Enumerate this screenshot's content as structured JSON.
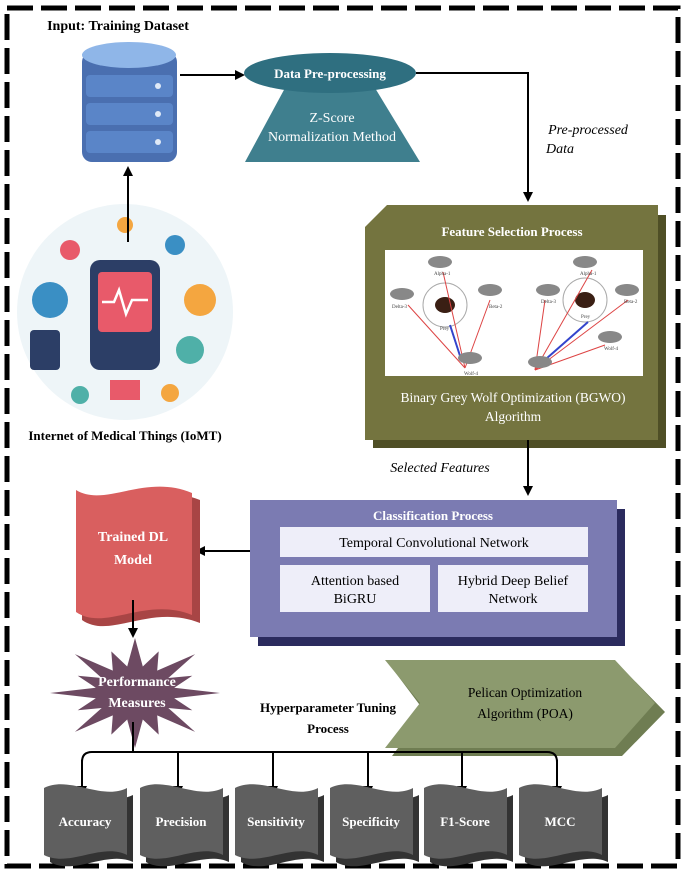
{
  "input": {
    "label": "Input: Training Dataset"
  },
  "iomt": {
    "label": "Internet of Medical Things (IoMT)"
  },
  "preprocessing": {
    "title": "Data Pre-processing",
    "method_line1": "Z-Score",
    "method_line2": "Normalization Method",
    "output_label_line1": "Pre-processed",
    "output_label_line2": "Data"
  },
  "feature_selection": {
    "title": "Feature Selection Process",
    "algorithm_line1": "Binary Grey Wolf Optimization (BGWO)",
    "algorithm_line2": "Algorithm",
    "figure_labels": {
      "alpha": "Alpha-1",
      "beta": "Beta-2",
      "delta": "Delta-3",
      "wolf": "Wolf-4",
      "prey": "Prey"
    },
    "output_label": "Selected Features"
  },
  "classification": {
    "title": "Classification Process",
    "tcn": "Temporal Convolutional Network",
    "bigru_line1": "Attention based",
    "bigru_line2": "BiGRU",
    "dbn_line1": "Hybrid Deep Belief",
    "dbn_line2": "Network"
  },
  "tuning": {
    "label_line1": "Hyperparameter Tuning",
    "label_line2": "Process",
    "algo_line1": "Pelican Optimization",
    "algo_line2": "Algorithm (POA)"
  },
  "trained_model": {
    "line1": "Trained DL",
    "line2": "Model"
  },
  "performance": {
    "line1": "Performance",
    "line2": "Measures"
  },
  "metrics": [
    "Accuracy",
    "Precision",
    "Sensitivity",
    "Specificity",
    "F1-Score",
    "MCC"
  ],
  "colors": {
    "preprocess": "#3f7f8e",
    "feature": "#74743f",
    "classification": "#7b7bb2",
    "trained_model": "#d95f5f",
    "performance": "#6d4a62",
    "metric": "#5f5f5f",
    "pelican": "#8c9a6e",
    "database": "#4a6fb0"
  }
}
